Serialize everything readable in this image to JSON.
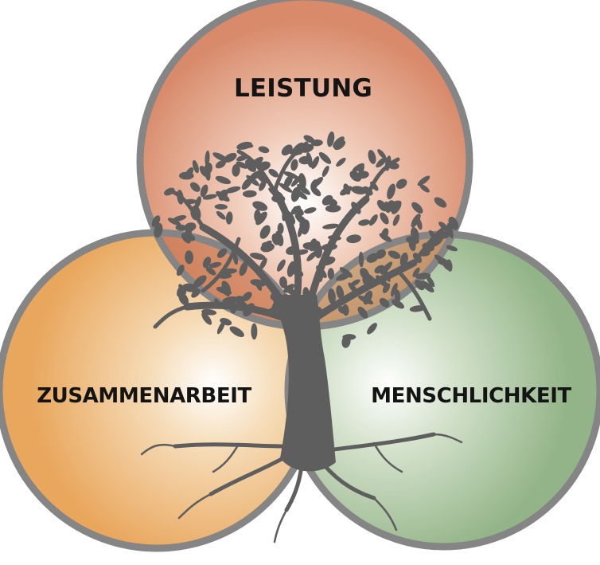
{
  "diagram": {
    "circles": [
      {
        "id": "top",
        "label": "LEISTUNG",
        "color": "#D88A6A"
      },
      {
        "id": "left",
        "label": "ZUSAMMENARBEIT",
        "color": "#E9A75E"
      },
      {
        "id": "right",
        "label": "MENSCHLICHKEIT",
        "color": "#93B488"
      }
    ],
    "outline_color": "#858585",
    "tree_color": "#5E5E5E",
    "tree_icon": "tree-of-life-icon"
  }
}
